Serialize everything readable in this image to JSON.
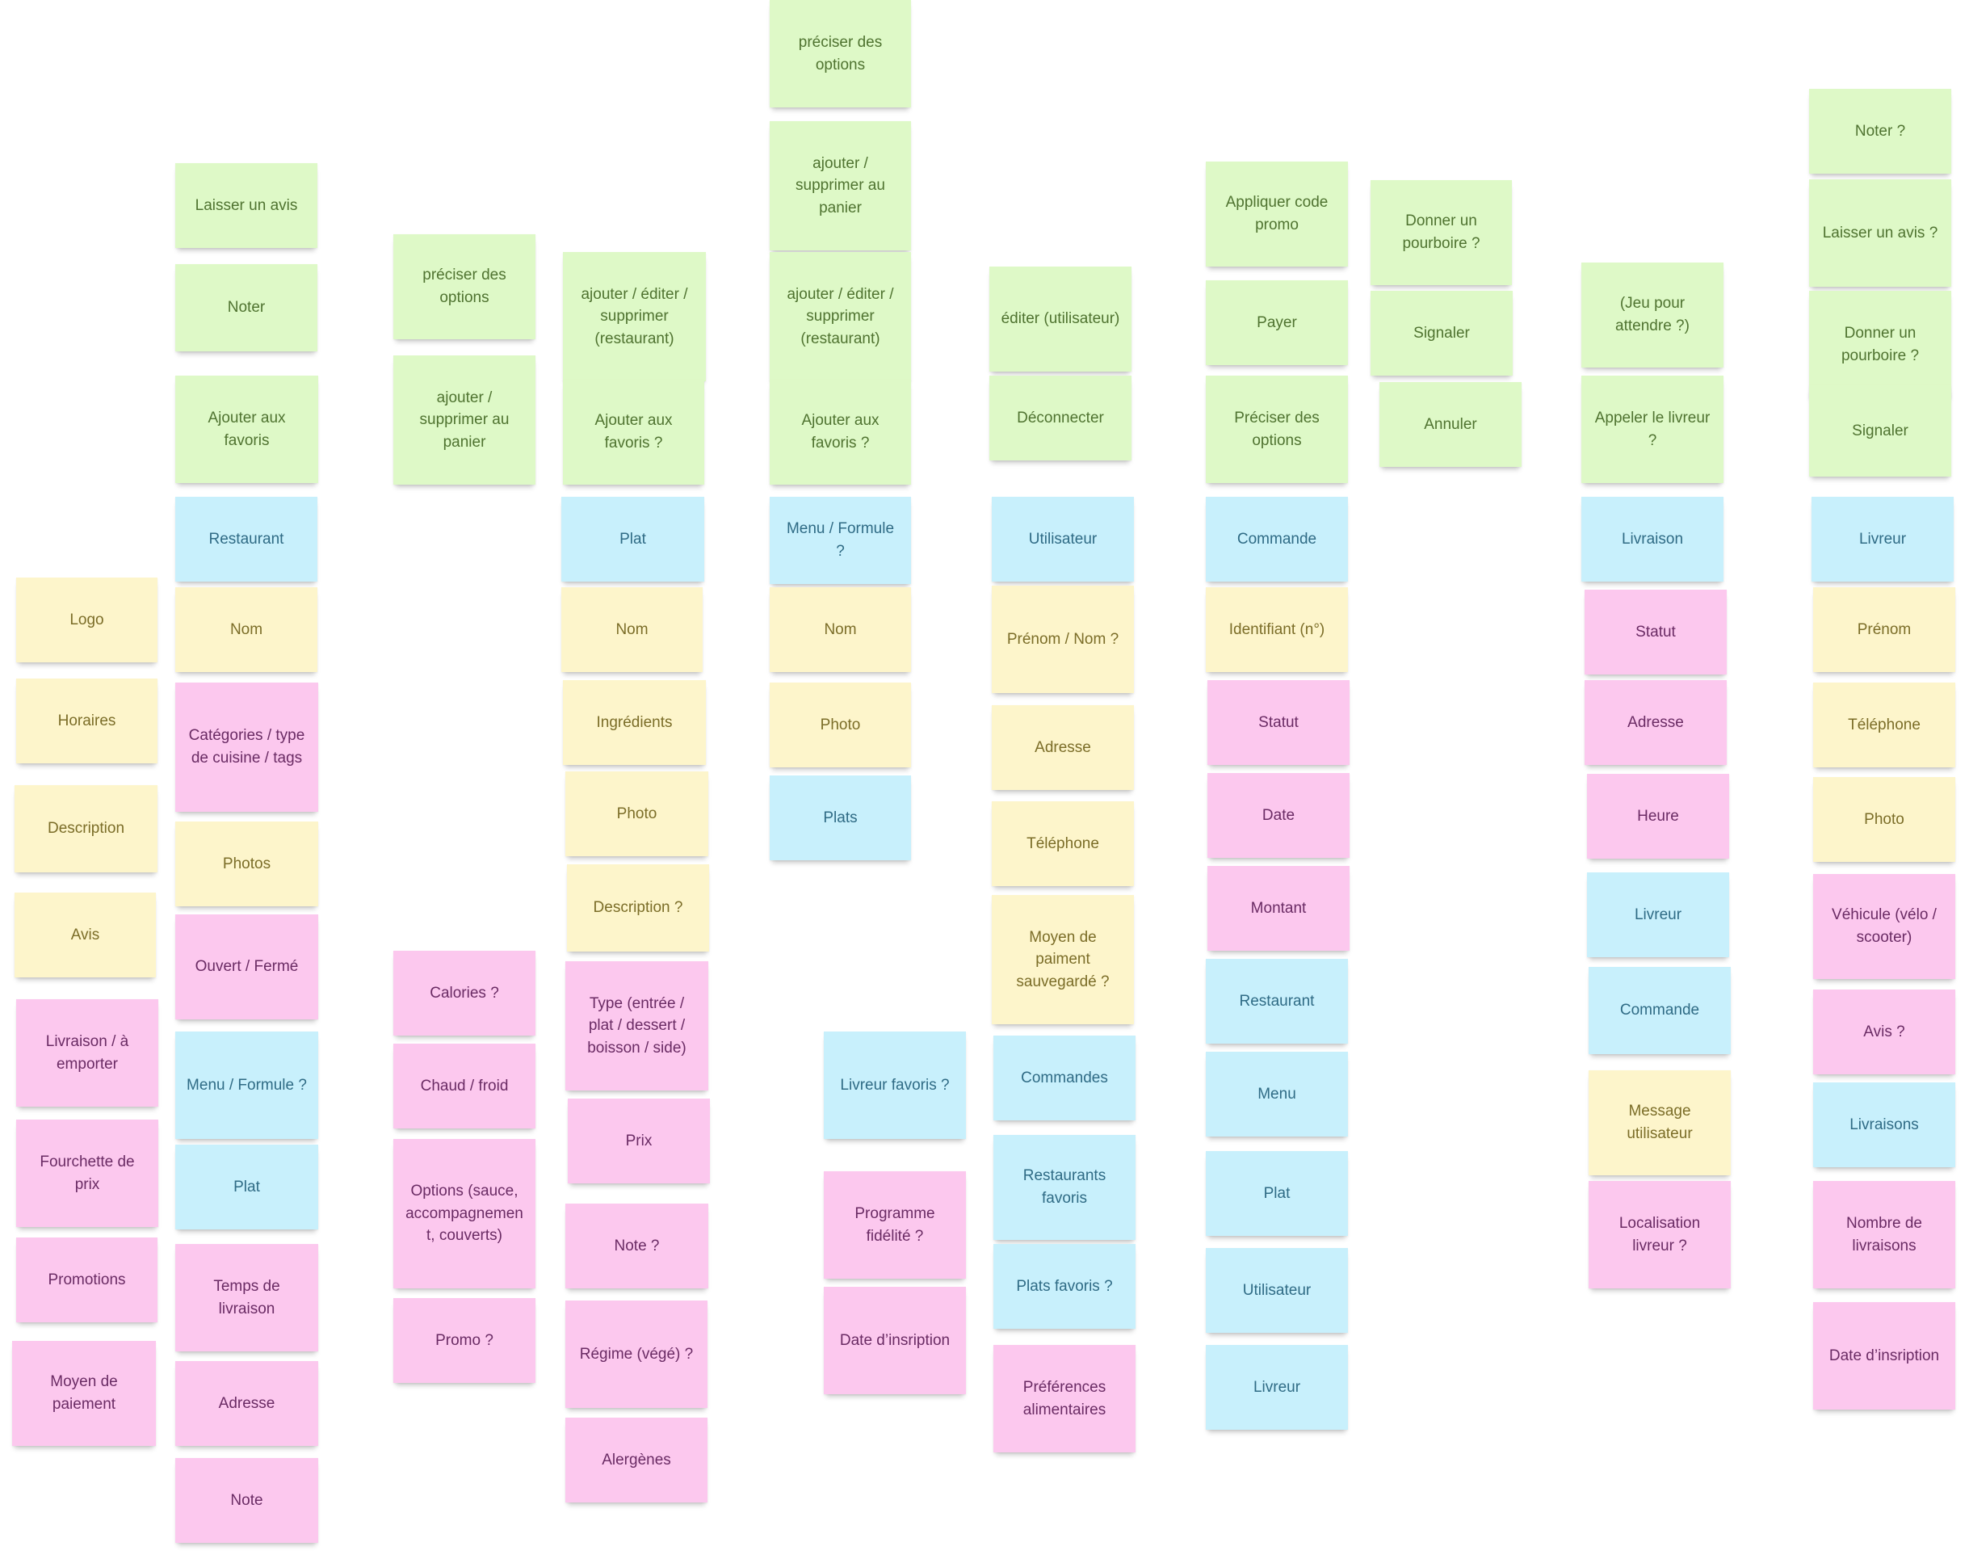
{
  "notes": [
    {
      "text": "Logo",
      "color": "yellow"
    },
    {
      "text": "Horaires",
      "color": "yellow"
    },
    {
      "text": "Description",
      "color": "yellow"
    },
    {
      "text": "Avis",
      "color": "yellow"
    },
    {
      "text": "Livraison / à emporter",
      "color": "pink"
    },
    {
      "text": "Fourchette de prix",
      "color": "pink"
    },
    {
      "text": "Promotions",
      "color": "pink"
    },
    {
      "text": "Moyen de paiement",
      "color": "pink"
    },
    {
      "text": "Laisser un avis",
      "color": "green"
    },
    {
      "text": "Noter",
      "color": "green"
    },
    {
      "text": "Ajouter aux favoris",
      "color": "green"
    },
    {
      "text": "Restaurant",
      "color": "blue"
    },
    {
      "text": "Nom",
      "color": "yellow"
    },
    {
      "text": "Catégories / type de cuisine / tags",
      "color": "pink"
    },
    {
      "text": "Photos",
      "color": "yellow"
    },
    {
      "text": "Ouvert / Fermé",
      "color": "pink"
    },
    {
      "text": "Menu / Formule ?",
      "color": "blue"
    },
    {
      "text": "Plat",
      "color": "blue"
    },
    {
      "text": "Temps de livraison",
      "color": "pink"
    },
    {
      "text": "Adresse",
      "color": "pink"
    },
    {
      "text": "Note",
      "color": "pink"
    },
    {
      "text": "préciser des options",
      "color": "green"
    },
    {
      "text": "ajouter / supprimer au panier",
      "color": "green"
    },
    {
      "text": "Calories ?",
      "color": "pink"
    },
    {
      "text": "Chaud / froid",
      "color": "pink"
    },
    {
      "text": "Options (sauce, accompagnement, couverts)",
      "color": "pink"
    },
    {
      "text": "Promo ?",
      "color": "pink"
    },
    {
      "text": "ajouter / éditer / supprimer (restaurant)",
      "color": "green"
    },
    {
      "text": "Ajouter aux favoris ?",
      "color": "green"
    },
    {
      "text": "Plat",
      "color": "blue"
    },
    {
      "text": "Nom",
      "color": "yellow"
    },
    {
      "text": "Ingrédients",
      "color": "yellow"
    },
    {
      "text": "Photo",
      "color": "yellow"
    },
    {
      "text": "Description ?",
      "color": "yellow"
    },
    {
      "text": "Type (entrée / plat / dessert / boisson / side)",
      "color": "pink"
    },
    {
      "text": "Prix",
      "color": "pink"
    },
    {
      "text": "Note ?",
      "color": "pink"
    },
    {
      "text": "Régime (végé) ?",
      "color": "pink"
    },
    {
      "text": "Alergènes",
      "color": "pink"
    },
    {
      "text": "préciser des options",
      "color": "green"
    },
    {
      "text": "ajouter / supprimer au panier",
      "color": "green"
    },
    {
      "text": "ajouter / éditer / supprimer (restaurant)",
      "color": "green"
    },
    {
      "text": "Ajouter aux favoris ?",
      "color": "green"
    },
    {
      "text": "Menu / Formule ?",
      "color": "blue"
    },
    {
      "text": "Nom",
      "color": "yellow"
    },
    {
      "text": "Photo",
      "color": "yellow"
    },
    {
      "text": "Plats",
      "color": "blue"
    },
    {
      "text": "Livreur favoris ?",
      "color": "blue"
    },
    {
      "text": "Programme fidélité ?",
      "color": "pink"
    },
    {
      "text": "Date d’insription",
      "color": "pink"
    },
    {
      "text": "éditer (utilisateur)",
      "color": "green"
    },
    {
      "text": "Déconnecter",
      "color": "green"
    },
    {
      "text": "Utilisateur",
      "color": "blue"
    },
    {
      "text": "Prénom / Nom ?",
      "color": "yellow"
    },
    {
      "text": "Adresse",
      "color": "yellow"
    },
    {
      "text": "Téléphone",
      "color": "yellow"
    },
    {
      "text": "Moyen de paiment sauvegardé ?",
      "color": "yellow"
    },
    {
      "text": "Commandes",
      "color": "blue"
    },
    {
      "text": "Restaurants favoris",
      "color": "blue"
    },
    {
      "text": "Plats favoris ?",
      "color": "blue"
    },
    {
      "text": "Préférences alimentaires",
      "color": "pink"
    },
    {
      "text": "Appliquer code promo",
      "color": "green"
    },
    {
      "text": "Payer",
      "color": "green"
    },
    {
      "text": "Préciser des options",
      "color": "green"
    },
    {
      "text": "Commande",
      "color": "blue"
    },
    {
      "text": "Identifiant (n°)",
      "color": "yellow"
    },
    {
      "text": "Statut",
      "color": "pink"
    },
    {
      "text": "Date",
      "color": "pink"
    },
    {
      "text": "Montant",
      "color": "pink"
    },
    {
      "text": "Restaurant",
      "color": "blue"
    },
    {
      "text": "Menu",
      "color": "blue"
    },
    {
      "text": "Plat",
      "color": "blue"
    },
    {
      "text": "Utilisateur",
      "color": "blue"
    },
    {
      "text": "Livreur",
      "color": "blue"
    },
    {
      "text": "Donner un pourboire ?",
      "color": "green"
    },
    {
      "text": "Signaler",
      "color": "green"
    },
    {
      "text": "Annuler",
      "color": "green"
    },
    {
      "text": "(Jeu pour attendre ?)",
      "color": "green"
    },
    {
      "text": "Appeler le livreur ?",
      "color": "green"
    },
    {
      "text": "Livraison",
      "color": "blue"
    },
    {
      "text": "Statut",
      "color": "pink"
    },
    {
      "text": "Adresse",
      "color": "pink"
    },
    {
      "text": "Heure",
      "color": "pink"
    },
    {
      "text": "Livreur",
      "color": "blue"
    },
    {
      "text": "Commande",
      "color": "blue"
    },
    {
      "text": "Message utilisateur",
      "color": "yellow"
    },
    {
      "text": "Localisation livreur ?",
      "color": "pink"
    },
    {
      "text": "Noter ?",
      "color": "green"
    },
    {
      "text": "Laisser un avis ?",
      "color": "green"
    },
    {
      "text": "Donner un pourboire ?",
      "color": "green"
    },
    {
      "text": "Signaler",
      "color": "green"
    },
    {
      "text": "Livreur",
      "color": "blue"
    },
    {
      "text": "Prénom",
      "color": "yellow"
    },
    {
      "text": "Téléphone",
      "color": "yellow"
    },
    {
      "text": "Photo",
      "color": "yellow"
    },
    {
      "text": "Véhicule (vélo / scooter)",
      "color": "pink"
    },
    {
      "text": "Avis ?",
      "color": "pink"
    },
    {
      "text": "Livraisons",
      "color": "blue"
    },
    {
      "text": "Nombre de livraisons",
      "color": "pink"
    },
    {
      "text": "Date d’insription",
      "color": "pink"
    }
  ]
}
